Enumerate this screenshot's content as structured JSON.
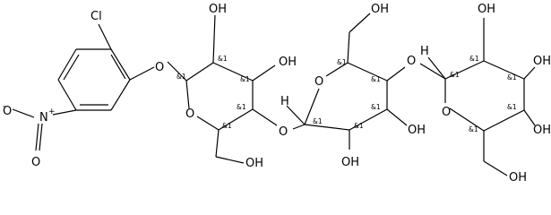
{
  "molecule": {
    "labels": {
      "chlorine": "Cl",
      "oxygen": "O",
      "hydroxyl": "OH",
      "hydrogen": "H",
      "nitrogen": "N",
      "plus": "+",
      "minus": "-",
      "stereo": "&1"
    }
  }
}
